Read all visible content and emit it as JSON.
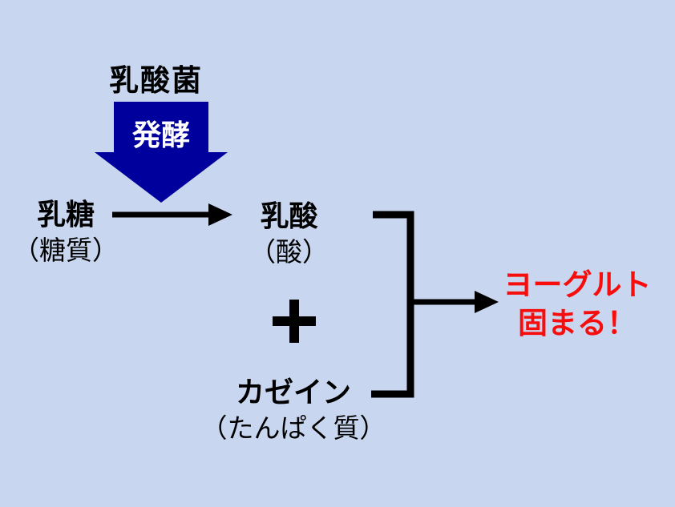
{
  "diagram": {
    "title_context": "yogurt-fermentation-diagram",
    "colors": {
      "background": "#C8D6EF",
      "big_arrow": "#00009C",
      "line": "#000000",
      "result_text": "#F80D0D",
      "ferment_text": "#FFFFFF"
    },
    "bacteria": {
      "label": "乳酸菌"
    },
    "fermentation": {
      "label": "発酵"
    },
    "lactose": {
      "name": "乳糖",
      "sub": "（糖質）"
    },
    "lactic_acid": {
      "name": "乳酸",
      "sub": "（酸）"
    },
    "plus_icon": "＋",
    "casein": {
      "name": "カゼイン",
      "sub": "（たんぱく質）"
    },
    "result": {
      "line1": "ヨーグルト",
      "line2": "固まる！"
    }
  }
}
